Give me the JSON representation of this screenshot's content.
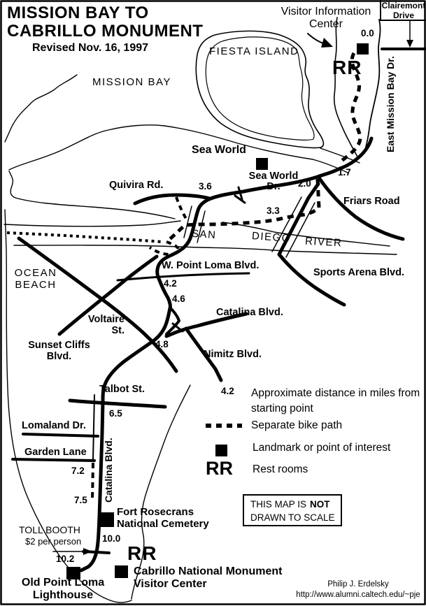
{
  "page": {
    "background": "#ffffff",
    "ink": "#000000"
  },
  "title": {
    "line1": "MISSION BAY TO",
    "line2": "CABRILLO MONUMENT",
    "revised": "Revised Nov. 16, 1997"
  },
  "labels": {
    "visitor_info": "Visitor Information Center",
    "clairemont": "Clairemont Drive",
    "east_mission_bay": "East Mission Bay Dr.",
    "mission_bay": "MISSION BAY",
    "fiesta_island": "FIESTA ISLAND",
    "sea_world": "Sea World",
    "sea_world_dr": "Sea World Dr.",
    "quivira": "Quivira Rd.",
    "friars": "Friars Road",
    "san": "SAN",
    "diego": "DIEGO",
    "river": "RIVER",
    "w_point_loma": "W. Point Loma Blvd.",
    "sports_arena": "Sports Arena Blvd.",
    "ocean_beach": "OCEAN BEACH",
    "voltaire": "Voltaire St.",
    "sunset_cliffs": "Sunset Cliffs Blvd.",
    "catalina": "Catalina Blvd.",
    "nimitz": "Nimitz Blvd.",
    "talbot": "Talbot St.",
    "lomaland": "Lomaland Dr.",
    "garden_lane": "Garden Lane",
    "fort_rosecrans": "Fort Rosecrans National Cemetery",
    "toll_booth": "TOLL BOOTH",
    "toll_price": "$2 per person",
    "old_point_loma": "Old Point Loma Lighthouse",
    "cabrillo": "Cabrillo National Monument Visitor Center",
    "restrooms": "RR"
  },
  "miles": {
    "m0_0": "0.0",
    "m1_7": "1.7",
    "m2_0": "2.0",
    "m3_3": "3.3",
    "m3_6": "3.6",
    "m4_2": "4.2",
    "m4_6": "4.6",
    "m4_8": "4.8",
    "m6_5": "6.5",
    "m7_2": "7.2",
    "m7_5": "7.5",
    "m10_0": "10.0",
    "m10_2": "10.2"
  },
  "legend": {
    "distance_sample": "4.2",
    "distance": "Approximate distance in miles from starting point",
    "bike_path": "Separate bike path",
    "landmark": "Landmark or point of interest",
    "restrooms": "RR",
    "restrooms_text": "Rest rooms"
  },
  "scale_note": {
    "line1_normal": "THIS MAP IS",
    "line1_bold": "NOT",
    "line2": "DRAWN TO SCALE"
  },
  "credits": {
    "author": "Philip J. Erdelsky",
    "url": "http://www.alumni.caltech.edu/~pje"
  }
}
